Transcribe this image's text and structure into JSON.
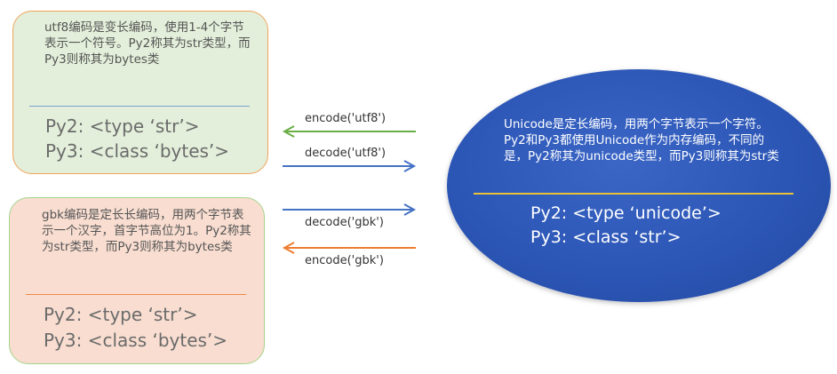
{
  "utf8_box": {
    "description": "utf8编码是变长编码，使用1-4个字节表示一个符号。Py2称其为str类型，而Py3则称其为bytes类",
    "py2": "Py2: <type ‘str’>",
    "py3": "Py3: <class ‘bytes’>"
  },
  "gbk_box": {
    "description": "gbk编码是定长长编码，用两个字节表示一个汉字，首字节高位为1。Py2称其为str类型，而Py3则称其为bytes类",
    "py2": "Py2: <type ‘str’>",
    "py3": "Py3: <class ‘bytes’>"
  },
  "unicode_ellipse": {
    "description": "Unicode是定长编码，用两个字节表示一个字符。Py2和Py3都使用Unicode作为内存编码，不同的是，Py2称其为unicode类型，而Py3则称其为str类",
    "py2": "Py2: <type ‘unicode’>",
    "py3": "Py3: <class ‘str’>"
  },
  "arrows": {
    "encode_utf8": "encode('utf8')",
    "decode_utf8": "decode('utf8')",
    "decode_gbk": "decode('gbk')",
    "encode_gbk": "encode('gbk')"
  },
  "colors": {
    "utf8_fill": "#e3efda",
    "gbk_fill": "#f8ddd0",
    "unicode_fill": "#2b55b4",
    "arrow_green": "#6aae45",
    "arrow_blue": "#4472c4",
    "arrow_orange": "#ed7d31"
  }
}
